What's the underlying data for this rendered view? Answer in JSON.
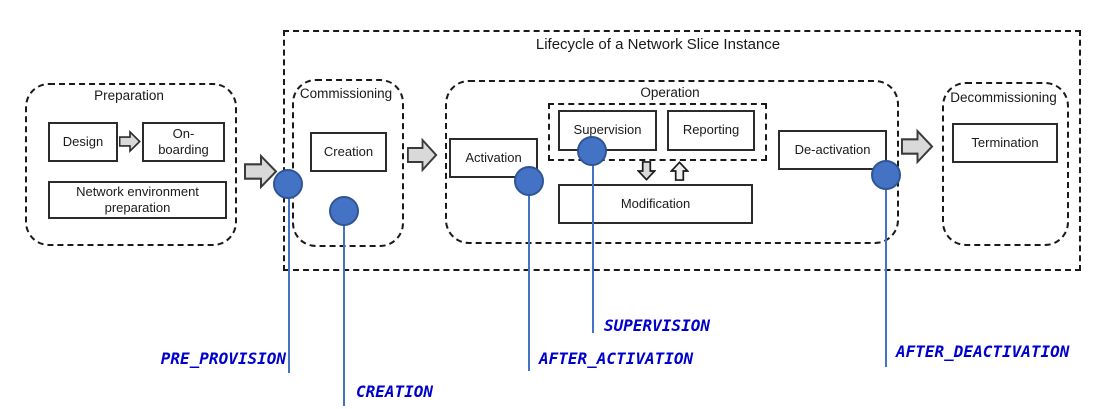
{
  "title": "Lifecycle of a Network Slice Instance",
  "preparation": {
    "label": "Preparation",
    "design": "Design",
    "onboarding": "On-\nboarding",
    "network_env": "Network environment\npreparation"
  },
  "commissioning": {
    "label": "Commissioning",
    "creation": "Creation"
  },
  "operation": {
    "label": "Operation",
    "activation": "Activation",
    "supervision": "Supervision",
    "reporting": "Reporting",
    "modification": "Modification",
    "deactivation": "De-activation"
  },
  "decommissioning": {
    "label": "Decommissioning",
    "termination": "Termination"
  },
  "markers": {
    "pre_provision": "PRE_PROVISION",
    "creation": "CREATION",
    "after_activation": "AFTER_ACTIVATION",
    "supervision": "SUPERVISION",
    "after_deactivation": "AFTER_DEACTIVATION"
  },
  "colors": {
    "marker_fill": "#4472C4",
    "marker_border": "#2F5597",
    "line": "#4472C4",
    "label_text": "#0000CC",
    "arrow_fill": "#D9D9D9",
    "arrow_fill_light": "#EFEFEF"
  }
}
